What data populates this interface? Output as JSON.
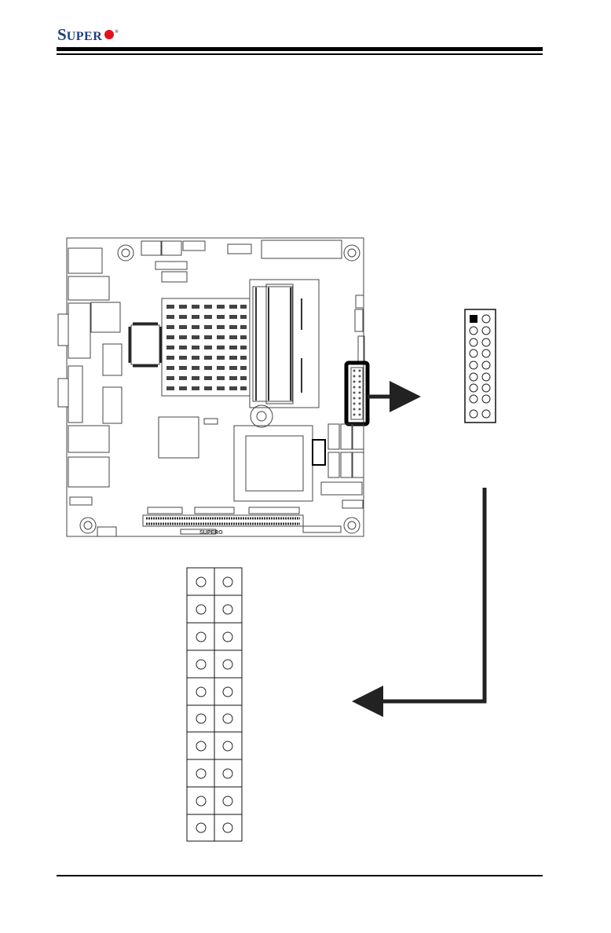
{
  "header": {
    "logo_text": "SUPERO"
  },
  "board": {
    "silkscreen_logo": "SUPERO"
  },
  "connector_small": {
    "rows": 9,
    "pin1_marker": "square"
  },
  "connector_large": {
    "rows": 10
  }
}
